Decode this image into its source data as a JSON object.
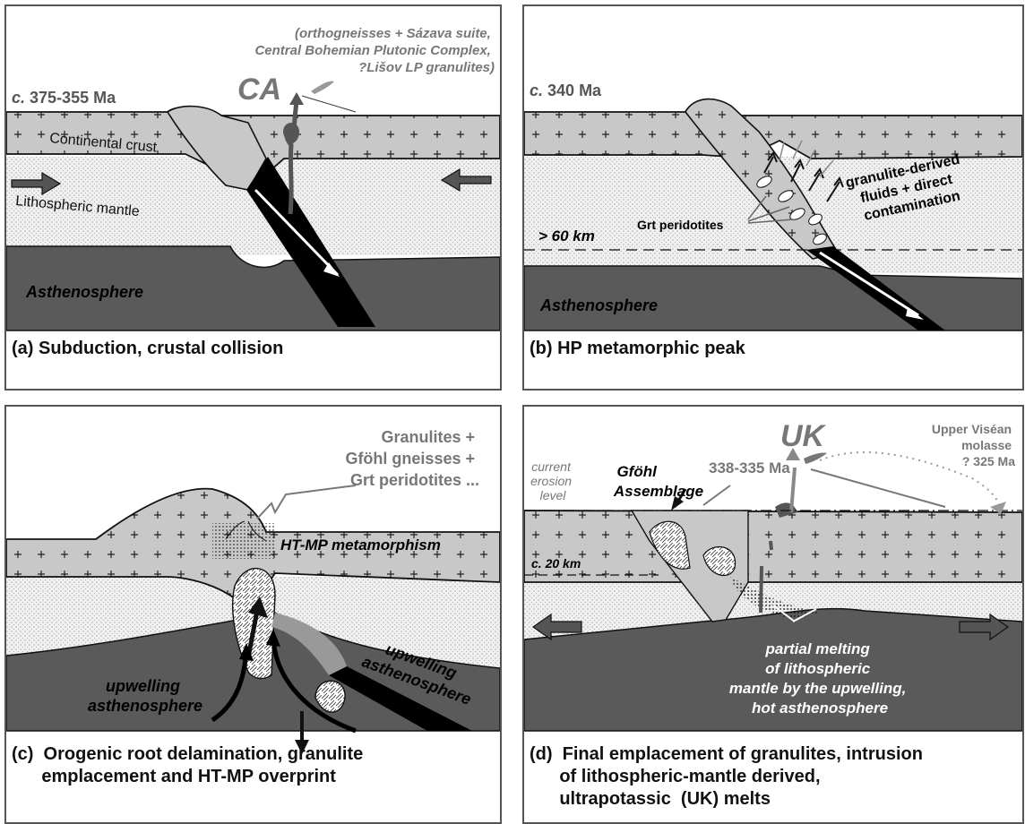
{
  "panels": {
    "a": {
      "age_c": "c.",
      "age": "375-355 Ma",
      "ca_label": "CA",
      "ca_note": [
        "(orthogneisses + Sázava suite,",
        "Central Bohemian Plutonic Complex,",
        "?Lišov LP granulites)"
      ],
      "crust_label": "Continental crust",
      "mantle_label": "Lithospheric mantle",
      "astheno_label": "Asthenosphere",
      "caption": "(a) Subduction, crustal collision"
    },
    "b": {
      "age_c": "c.",
      "age": "340 Ma",
      "depth_label": "> 60 km",
      "peridotite_label": "Grt peridotites",
      "fluids_label": [
        "granulite-derived",
        "fluids + direct",
        "contamination"
      ],
      "astheno_label": "Asthenosphere",
      "caption": "(b) HP metamorphic peak"
    },
    "c": {
      "rocks_label": [
        "Granulites +",
        "Gföhl gneisses +",
        "Grt peridotites ..."
      ],
      "metamorphism_label": "HT-MP metamorphism",
      "upwelling_left": [
        "upwelling",
        "asthenosphere"
      ],
      "upwelling_right": [
        "upwelling",
        "asthenosphere"
      ],
      "caption": [
        "(c)  Orogenic root delamination, granulite",
        "      emplacement and HT-MP overprint"
      ]
    },
    "d": {
      "uk_label": "UK",
      "uk_age": "338-335 Ma",
      "molasse_label": [
        "Upper Viséan",
        "molasse",
        "? 325 Ma"
      ],
      "erosion_label": [
        "current",
        "erosion",
        "level"
      ],
      "assemblage_label": [
        "Gföhl",
        "Assemblage"
      ],
      "depth_label": "c. 20 km",
      "melting_label": [
        "partial melting",
        "of lithospheric",
        "mantle by the upwelling,",
        "hot asthenosphere"
      ],
      "caption": [
        "(d)  Final emplacement of granulites, intrusion",
        "      of lithospheric-mantle derived,",
        "      ultrapotassic  (UK) melts"
      ]
    }
  },
  "colors": {
    "crust": "#c8c8c8",
    "mantle": "#ededed",
    "asthenosphere": "#5a5a5a",
    "slab": "#000000",
    "accent_grey": "#7a7a7a"
  }
}
